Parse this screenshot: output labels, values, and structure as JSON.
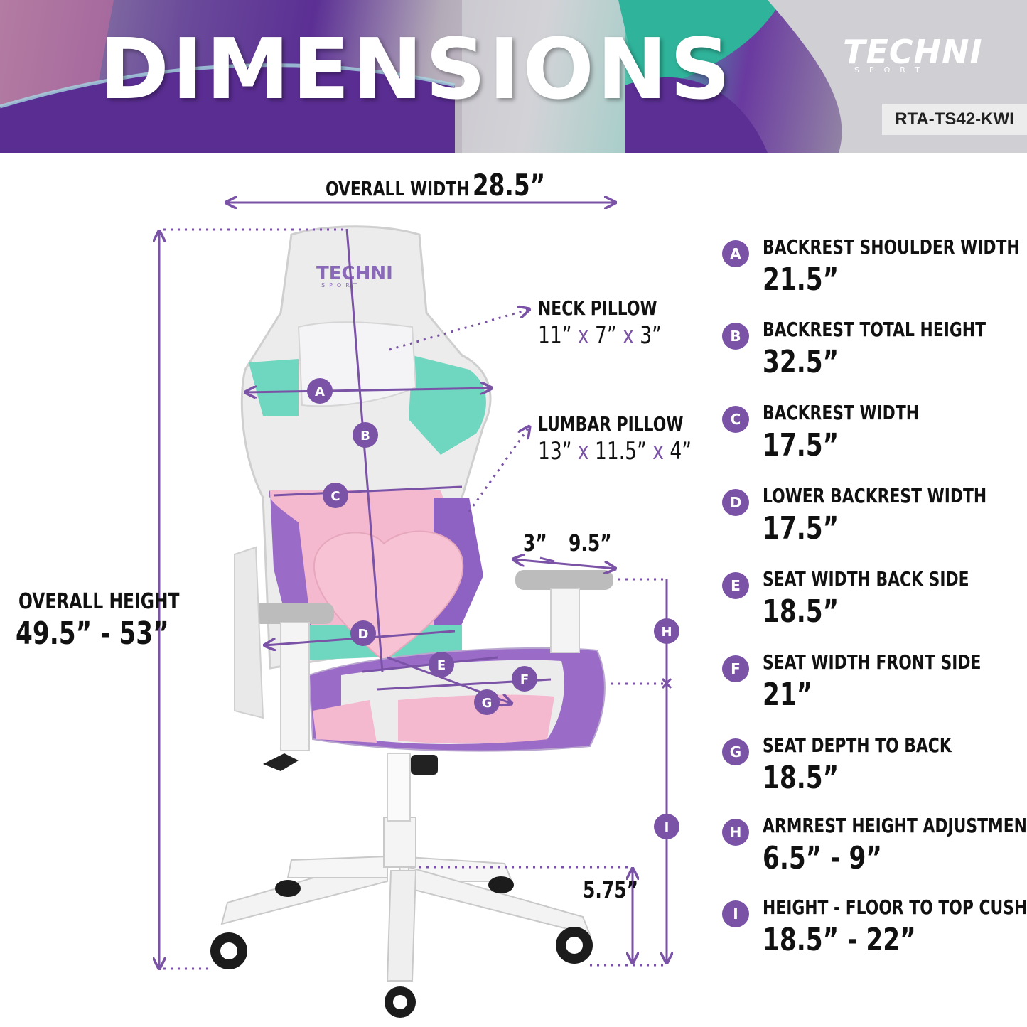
{
  "header": {
    "title": "DIMENSIONS",
    "brand": "TECHNI",
    "brand_sub": "SPORT",
    "model": "RTA-TS42-KWI"
  },
  "overall": {
    "width_label": "OVERALL WIDTH",
    "width_value": "28.5”",
    "height_label": "OVERALL HEIGHT",
    "height_value": "49.5” - 53”"
  },
  "pillows": {
    "neck_label": "NECK PILLOW",
    "neck_dims": [
      "11”",
      "7”",
      "3”"
    ],
    "lumbar_label": "LUMBAR PILLOW",
    "lumbar_dims": [
      "13”",
      "11.5”",
      "4”"
    ],
    "times": "x"
  },
  "armrest": {
    "offset_value": "3”",
    "length_value": "9.5”"
  },
  "base": {
    "height_value": "5.75”"
  },
  "chair_logo": {
    "text": "TECHNI",
    "sub": "SPORT"
  },
  "specs": [
    {
      "letter": "A",
      "label": "BACKREST SHOULDER WIDTH",
      "value": "21.5”"
    },
    {
      "letter": "B",
      "label": "BACKREST TOTAL HEIGHT",
      "value": "32.5”"
    },
    {
      "letter": "C",
      "label": "BACKREST WIDTH",
      "value": "17.5”"
    },
    {
      "letter": "D",
      "label": "LOWER BACKREST WIDTH",
      "value": "17.5”"
    },
    {
      "letter": "E",
      "label": "SEAT WIDTH BACK SIDE",
      "value": "18.5”"
    },
    {
      "letter": "F",
      "label": "SEAT WIDTH FRONT SIDE",
      "value": "21”"
    },
    {
      "letter": "G",
      "label": "SEAT DEPTH TO BACK",
      "value": "18.5”"
    },
    {
      "letter": "H",
      "label": "ARMREST HEIGHT ADJUSTMENT",
      "value": "6.5” - 9”"
    },
    {
      "letter": "I",
      "label": "HEIGHT - FLOOR TO TOP CUSHION",
      "value": "18.5” - 22”"
    }
  ],
  "colors": {
    "accent_purple": "#7a52a6",
    "mint": "#6fd6bf",
    "pink": "#f4b8cf",
    "seat_purple": "#9a6cc8"
  }
}
